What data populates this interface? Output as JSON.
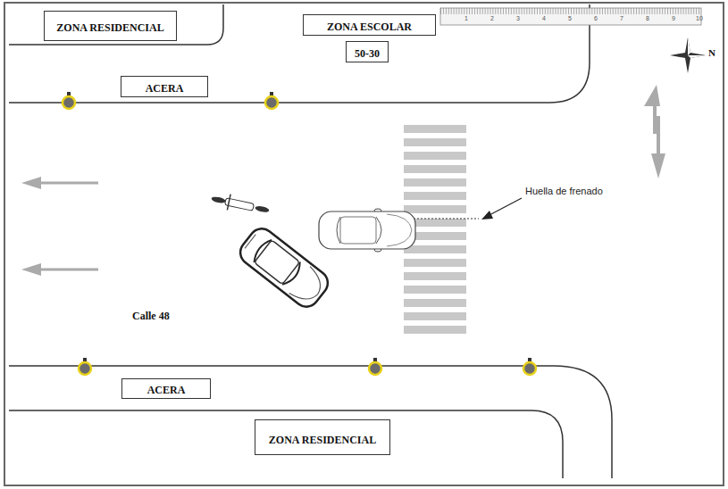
{
  "diagram": {
    "nodes": [
      {
        "text": [
          "ZONA RESIDENCIAL"
        ]
      },
      {
        "text": [
          "ZONA ESCOLAR"
        ]
      },
      {
        "text": [
          "50-30"
        ]
      },
      {
        "text": [
          "ACERA"
        ]
      },
      {
        "text": [
          "ACERA"
        ]
      },
      {
        "text": [
          "ZONA RESIDENCIAL"
        ]
      }
    ],
    "labels": [
      "1",
      "2",
      "3",
      "4",
      "5",
      "6",
      "7",
      "8",
      "9",
      "10",
      "N",
      "Huella de frenado",
      "Calle 48"
    ]
  }
}
